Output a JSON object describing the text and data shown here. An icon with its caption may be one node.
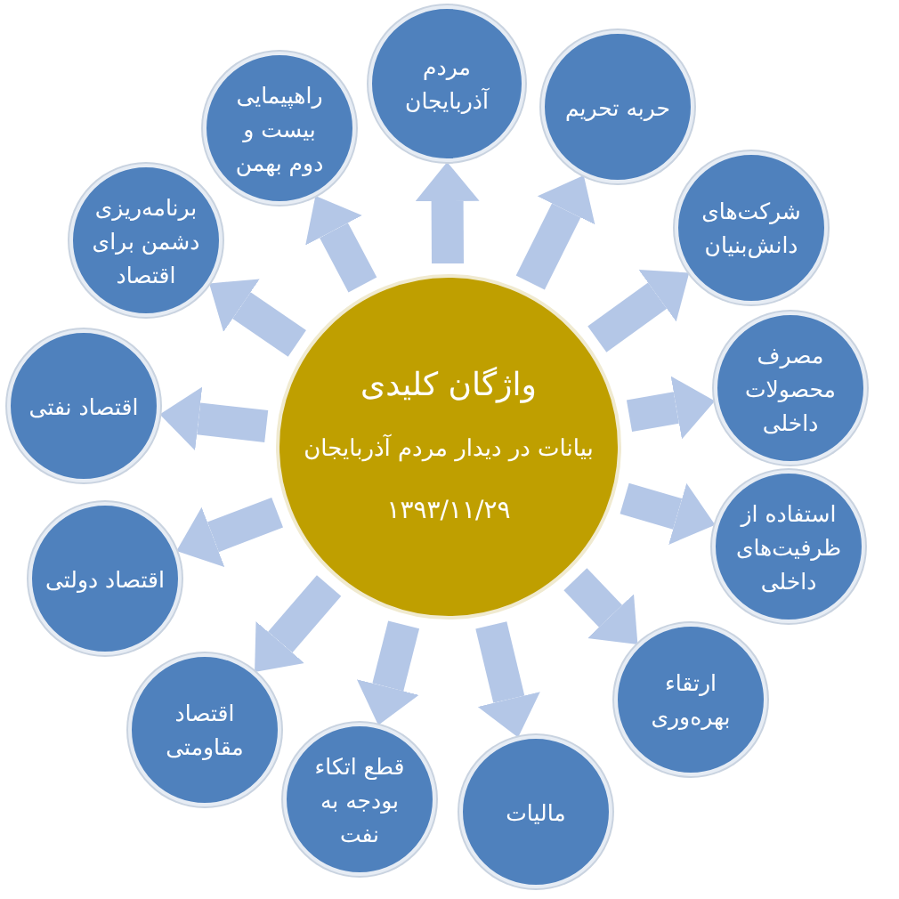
{
  "diagram": {
    "nodes": [
      {
        "text": [
          "واژگان کلیدی",
          "بیانات در دیدار مردم آذربایجان",
          "۱۳۹۳/۱۱/۲۹"
        ]
      },
      {
        "text": [
          "مردم آذربایجان"
        ]
      },
      {
        "text": [
          "حربه تحریم"
        ]
      },
      {
        "text": [
          "شرکت‌های دانش‌بنیان"
        ]
      },
      {
        "text": [
          "مصرف محصولات داخلی"
        ]
      },
      {
        "text": [
          "استفاده از ظرفیت‌های داخلی"
        ]
      },
      {
        "text": [
          "ارتقاء بهره‌وری"
        ]
      },
      {
        "text": [
          "مالیات"
        ]
      },
      {
        "text": [
          "قطع اتکاء بودجه به نفت"
        ]
      },
      {
        "text": [
          "اقتصاد مقاومتی"
        ]
      },
      {
        "text": [
          "اقتصاد دولتی"
        ]
      },
      {
        "text": [
          "اقتصاد نفتی"
        ]
      },
      {
        "text": [
          "برنامه‌ریزی دشمن برای اقتصاد"
        ]
      },
      {
        "text": [
          "راهپیمایی بیست و دوم بهمن"
        ]
      }
    ],
    "edges": [
      {
        "from": 0,
        "to": 1,
        "arrow": "to"
      },
      {
        "from": 0,
        "to": 2,
        "arrow": "to"
      },
      {
        "from": 0,
        "to": 3,
        "arrow": "to"
      },
      {
        "from": 0,
        "to": 4,
        "arrow": "to"
      },
      {
        "from": 0,
        "to": 5,
        "arrow": "to"
      },
      {
        "from": 0,
        "to": 6,
        "arrow": "to"
      },
      {
        "from": 0,
        "to": 7,
        "arrow": "to"
      },
      {
        "from": 0,
        "to": 8,
        "arrow": "to"
      },
      {
        "from": 0,
        "to": 9,
        "arrow": "to"
      },
      {
        "from": 0,
        "to": 10,
        "arrow": "to"
      },
      {
        "from": 0,
        "to": 11,
        "arrow": "to"
      },
      {
        "from": 0,
        "to": 12,
        "arrow": "to"
      },
      {
        "from": 0,
        "to": 13,
        "arrow": "to"
      }
    ]
  }
}
